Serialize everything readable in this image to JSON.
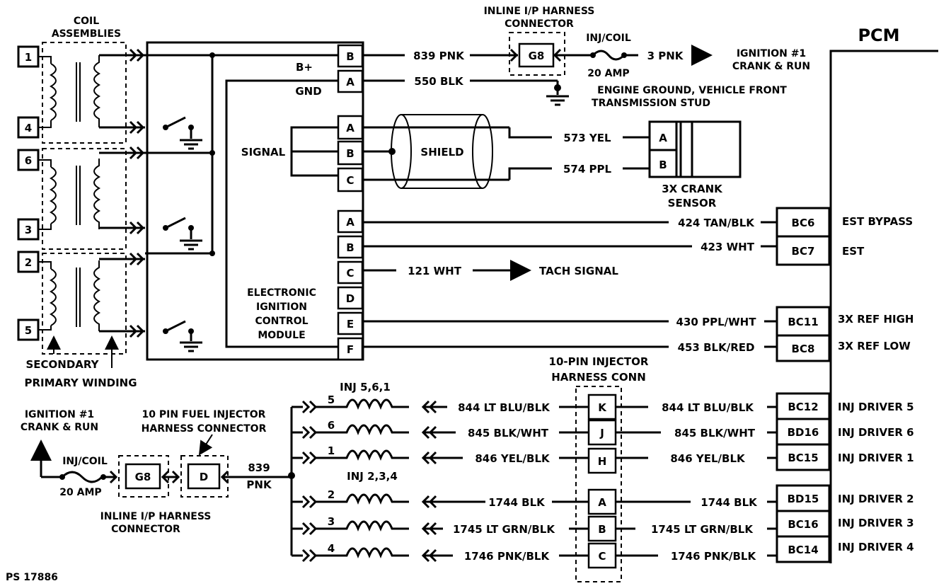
{
  "coil": {
    "title_line1": "COIL",
    "title_line2": "ASSEMBLIES",
    "numbers": [
      "1",
      "4",
      "6",
      "3",
      "2",
      "5"
    ],
    "secondary_label": "SECONDARY",
    "primary_label": "PRIMARY WINDING"
  },
  "module": {
    "bplus": "B+",
    "gnd": "GND",
    "signal": "SIGNAL",
    "name_lines": [
      "ELECTRONIC",
      "IGNITION",
      "CONTROL",
      "MODULE"
    ],
    "pins_top": [
      "B",
      "A"
    ],
    "pins_signal": [
      "A",
      "B",
      "C"
    ],
    "pins_bottom": [
      "A",
      "B",
      "C",
      "D",
      "E",
      "F"
    ]
  },
  "shield": {
    "label": "SHIELD"
  },
  "harness_top": {
    "line1": "INLINE I/P HARNESS",
    "line2": "CONNECTOR",
    "pin": "G8",
    "fuse_line1": "INJ/COIL",
    "fuse_line2": "20 AMP"
  },
  "wires": {
    "w839": "839 PNK",
    "w550": "550 BLK",
    "w3": "3 PNK",
    "w573": "573 YEL",
    "w574": "574 PPL",
    "w424": "424 TAN/BLK",
    "w423": "423 WHT",
    "w121": "121 WHT",
    "w430": "430 PPL/WHT",
    "w453": "453 BLK/RED"
  },
  "ignition_top": {
    "line1": "IGNITION #1",
    "line2": "CRANK & RUN"
  },
  "ground_label": {
    "line1": "ENGINE GROUND, VEHICLE FRONT",
    "line2": "TRANSMISSION STUD"
  },
  "sensor": {
    "pin_a": "A",
    "pin_b": "B",
    "line1": "3X CRANK",
    "line2": "SENSOR"
  },
  "tach": "TACH SIGNAL",
  "pcm": {
    "title": "PCM",
    "pins": [
      {
        "id": "BC6",
        "label": "EST  BYPASS"
      },
      {
        "id": "BC7",
        "label": "EST"
      },
      {
        "id": "BC11",
        "label": "3X REF HIGH"
      },
      {
        "id": "BC8",
        "label": "3X REF LOW"
      },
      {
        "id": "BC12",
        "label": "INJ DRIVER 5"
      },
      {
        "id": "BD16",
        "label": "INJ DRIVER 6"
      },
      {
        "id": "BC15",
        "label": "INJ DRIVER 1"
      },
      {
        "id": "BD15",
        "label": "INJ DRIVER 2"
      },
      {
        "id": "BC16",
        "label": "INJ DRIVER 3"
      },
      {
        "id": "BC14",
        "label": "INJ DRIVER 4"
      }
    ]
  },
  "injector_conn": {
    "line1": "10-PIN INJECTOR",
    "line2": "HARNESS CONN",
    "pins": [
      "K",
      "J",
      "H",
      "A",
      "B",
      "C"
    ]
  },
  "injectors": {
    "group1": "INJ 5,6,1",
    "group2": "INJ 2,3,4",
    "numbers": [
      "5",
      "6",
      "1",
      "2",
      "3",
      "4"
    ],
    "wires": [
      "844 LT BLU/BLK",
      "845 BLK/WHT",
      "846 YEL/BLK",
      "1744 BLK",
      "1745 LT GRN/BLK",
      "1746 PNK/BLK"
    ]
  },
  "fuel_side": {
    "ign_line1": "IGNITION #1",
    "ign_line2": "CRANK & RUN",
    "fuse_line1": "INJ/COIL",
    "fuse_line2": "20 AMP",
    "conn_line1": "10 PIN FUEL INJECTOR",
    "conn_line2": "HARNESS CONNECTOR",
    "pin_g8": "G8",
    "pin_d": "D",
    "wire_line1": "839",
    "wire_line2": "PNK",
    "inline_line1": "INLINE I/P HARNESS",
    "inline_line2": "CONNECTOR"
  },
  "ref": "PS 17886"
}
